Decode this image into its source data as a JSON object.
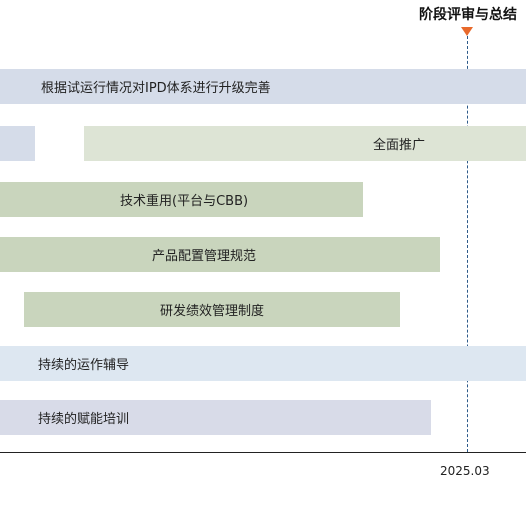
{
  "milestone": {
    "title": "阶段评审与总结",
    "marker_color": "#e8692b",
    "line_color": "#2d5a8a"
  },
  "tasks": [
    {
      "label": "根据试运行情况对IPD体系进行升级完善",
      "color": "#d5dce9"
    },
    {
      "label": "",
      "color": "#d5dce9"
    },
    {
      "label": "全面推广",
      "color": "#dde4d5"
    },
    {
      "label": "技术重用(平台与CBB)",
      "color": "#c9d5bd"
    },
    {
      "label": "产品配置管理规范",
      "color": "#c9d5bd"
    },
    {
      "label": "研发绩效管理制度",
      "color": "#c9d5bd"
    },
    {
      "label": "持续的运作辅导",
      "color": "#dde7f1"
    },
    {
      "label": "持续的赋能培训",
      "color": "#d8dbe8"
    }
  ],
  "axis": {
    "date_label": "2025.03"
  }
}
